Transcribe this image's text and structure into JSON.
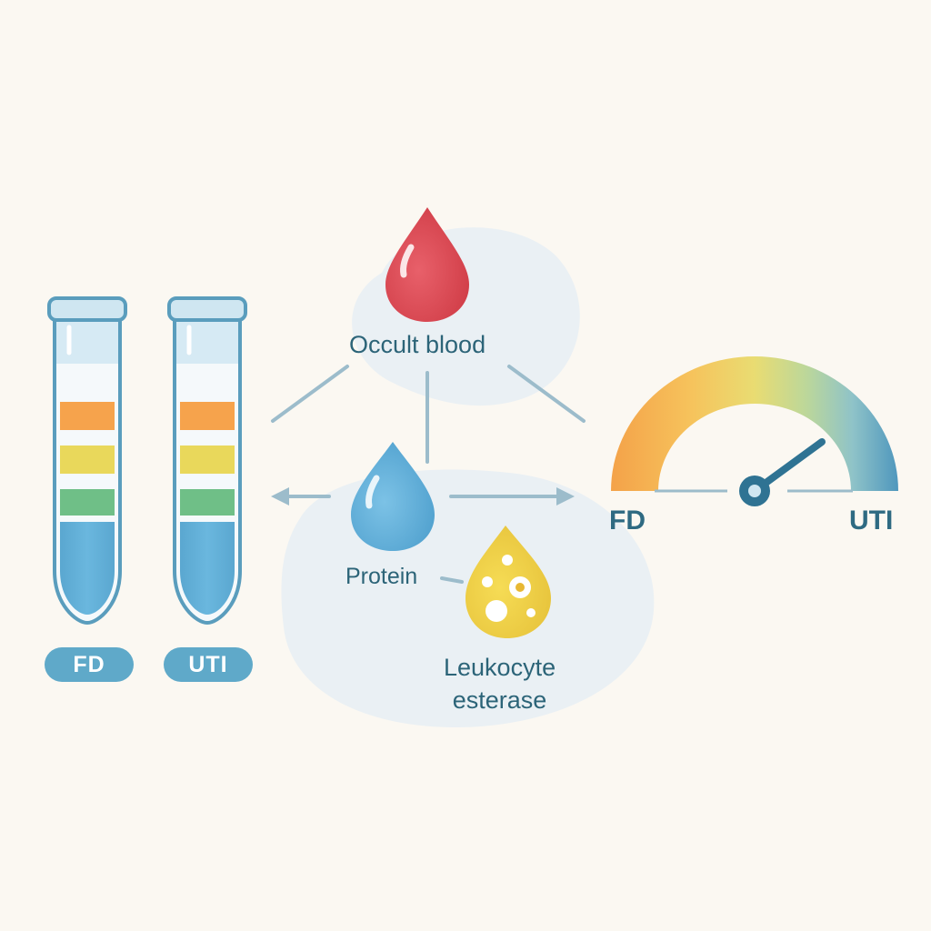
{
  "markers": {
    "occult_blood": "Occult blood",
    "protein": "Protein",
    "leukocyte_esterase_line1": "Leukocyte",
    "leukocyte_esterase_line2": "esterase"
  },
  "tubes": [
    {
      "label": "FD"
    },
    {
      "label": "UTI"
    }
  ],
  "gauge": {
    "left_label": "FD",
    "right_label": "UTI"
  },
  "colors": {
    "background": "#fbf8f2",
    "blood_drop": "#d9434d",
    "protein_drop": "#5fb0da",
    "leukocyte_drop": "#f0cf3a",
    "tube_liquid": "#5fadd6",
    "band_orange": "#f6a34c",
    "band_yellow": "#e9d85b",
    "band_green": "#6fbf87",
    "label_text": "#2c6478",
    "pill": "#5fa9c9"
  },
  "icons": [
    "blood-drop-icon",
    "protein-drop-icon",
    "leukocyte-drop-icon",
    "test-tube-icon",
    "gauge-icon"
  ]
}
